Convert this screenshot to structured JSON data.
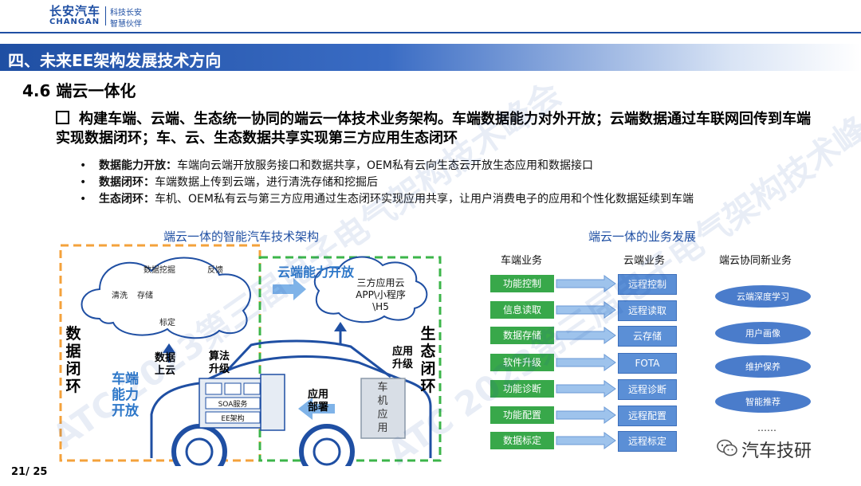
{
  "header": {
    "logo_cn": "长安汽车",
    "logo_en": "CHANGAN",
    "slogan_line1": "科技长安",
    "slogan_line2": "智慧伙伴"
  },
  "section_title": "四、未来EE架构发展技术方向",
  "subtitle": "4.6 端云一体化",
  "main_point": "构建车端、云端、生态统一协同的端云一体技术业务架构。车端数据能力对外开放；云端数据通过车联网回传到车端实现数据闭环；车、云、生态数据共享实现第三方应用生态闭环",
  "sub_points": [
    {
      "label": "数据能力开放：",
      "text": "车端向云端开放服务接口和数据共享，OEM私有云向生态云开放生态应用和数据接口"
    },
    {
      "label": "数据闭环：",
      "text": "车端数据上传到云端，进行清洗存储和挖掘后"
    },
    {
      "label": "生态闭环：",
      "text": "车机、OEM私有云与第三方应用通过生态闭环实现应用共享，让用户消费电子的应用和个性化数据延续到车端"
    }
  ],
  "bullet_char": "•",
  "left_diagram": {
    "caption": "端云一体的智能汽车技术架构",
    "cloud_labels": [
      "数据挖掘",
      "反馈",
      "清洗",
      "存储",
      "标定"
    ],
    "cloud_capability": "云端能力开放",
    "third_party": "三方应用云\nAPP\\小程序\n\\H5",
    "data_closed_loop": "数据\n闭环",
    "eco_closed_loop": "生态\n闭环",
    "vehicle_open": "车端\n能力\n开放",
    "data_to_cloud": "数据\n上云",
    "algo_upgrade": "算法\n升级",
    "app_upgrade": "应用\n升级",
    "app_deploy": "应用\n部署",
    "car_app": "车\n机\n应\n用",
    "soa": "SOA服务",
    "ee": "EE架构"
  },
  "right_diagram": {
    "caption": "端云一体的业务发展",
    "col_vehicle": "车端业务",
    "col_cloud": "云端业务",
    "col_new": "端云协同新业务",
    "vehicle_items": [
      "功能控制",
      "信息读取",
      "数据存储",
      "软件升级",
      "功能诊断",
      "功能配置",
      "数据标定"
    ],
    "cloud_items": [
      "远程控制",
      "远程读取",
      "云存储",
      "FOTA",
      "远程诊断",
      "远程配置",
      "远程标定"
    ],
    "new_items": [
      "云端深度学习",
      "用户画像",
      "维护保养",
      "智能推荐"
    ],
    "ellipsis": "……"
  },
  "footer": {
    "page": "21/ 25",
    "brand": "汽车技研"
  },
  "watermark": "ATC 2023第三届电子电气架构技术峰会"
}
